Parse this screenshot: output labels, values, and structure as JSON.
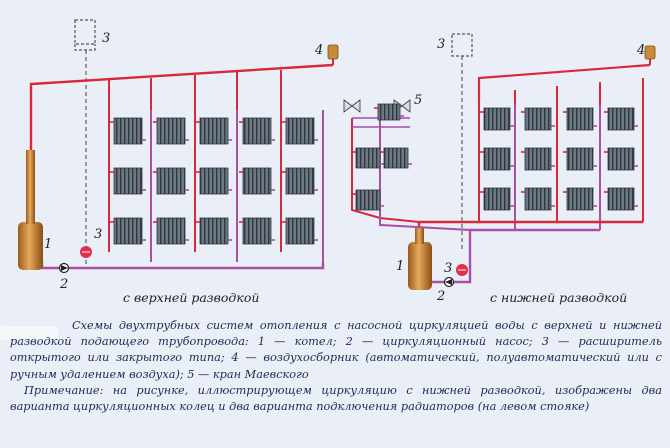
{
  "labels": {
    "left_expander": "3",
    "left_airvent": "4",
    "left_boiler": "1",
    "left_pump": "2",
    "left_pump_tag": "3",
    "right_expander": "3",
    "right_airvent": "4",
    "right_mayevsky": "5",
    "right_boiler": "1",
    "right_pump": "2",
    "right_pump_tag": "3"
  },
  "subtitles": {
    "left": "с верхней разводкой",
    "right": "с нижней разводкой"
  },
  "caption": {
    "main": "Схемы двухтрубных систем отопления с насосной циркуляцией воды с верхней и нижней разводкой подающего трубопровода: 1 — котел; 2 — циркуляционный насос; 3 — расширитель открытого или закрытого типа; 4 — воздухосборник (автоматический, полуавтоматический или с ручным удалением воздуха); 5 — кран Маевского",
    "note": "Примечание: на рисунке, иллюстрирующем циркуляцию с нижней разводкой, изображены два варианта циркуляционных колец и два варианта подключения радиаторов (на левом стояке)"
  },
  "colors": {
    "background": "#e9eef7",
    "supply_pipe": "#d8283a",
    "return_pipe": "#a84fa6",
    "radiator": "#5a6570",
    "boiler": "#c98a3a",
    "expander_outline": "#555555"
  }
}
